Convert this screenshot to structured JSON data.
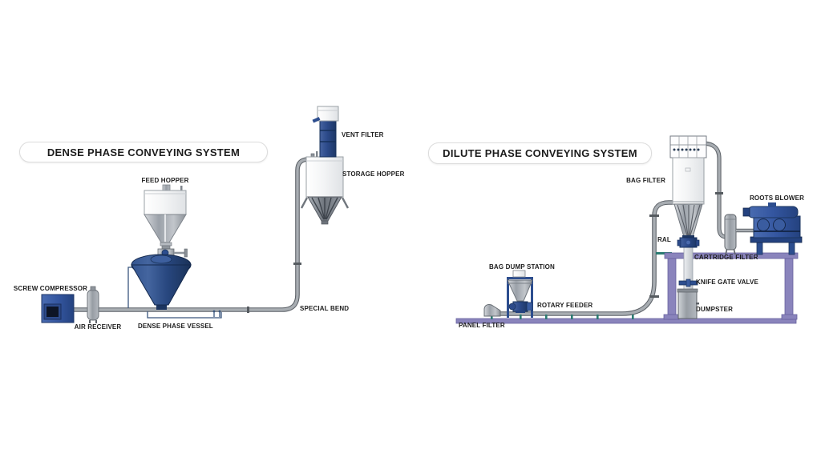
{
  "dense_system": {
    "title": "DENSE PHASE CONVEYING SYSTEM",
    "labels": {
      "feed_hopper": "FEED HOPPER",
      "screw_compressor": "SCREW COMPRESSOR",
      "air_receiver": "AIR RECEIVER",
      "dense_phase_vessel": "DENSE PHASE VESSEL",
      "special_bend": "SPECIAL BEND",
      "vent_filter": "VENT FILTER",
      "storage_hopper": "STORAGE HOPPER"
    }
  },
  "dilute_system": {
    "title": "DILUTE PHASE CONVEYING SYSTEM",
    "labels": {
      "panel_filter": "PANEL FILTER",
      "bag_dump_station": "BAG DUMP STATION",
      "rotary_feeder": "ROTARY FEEDER",
      "bag_filter": "BAG FILTER",
      "ral": "RAL",
      "cartridge_filter": "CARTRIDGE FILTER",
      "roots_blower": "ROOTS BLOWER",
      "knife_gate_valve": "KNIFE GATE VALVE",
      "dumpster": "DUMPSTER"
    }
  },
  "colors": {
    "equipment_navy": "#24437e",
    "machine_blue": "#3a5da8",
    "pipe_gray": "#9fa5ab",
    "frame_purple": "#8a84bc",
    "support_teal": "#2b7b72",
    "steel_gray": "#9ba1a9",
    "label_text": "#1d1d1d"
  }
}
